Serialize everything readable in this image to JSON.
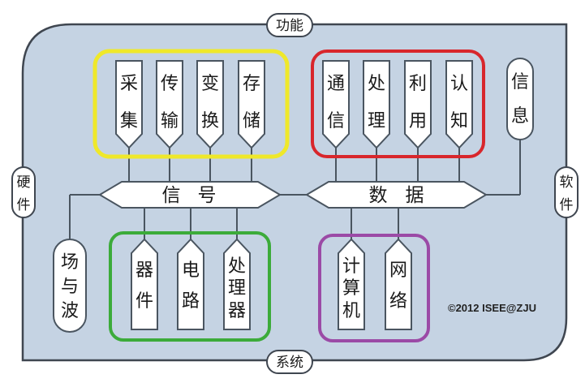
{
  "colors": {
    "background": "#ffffff",
    "panel_fill": "#c5d3e3",
    "panel_stroke": "#3f4650",
    "node_fill": "#ffffff",
    "node_stroke": "#4a5560",
    "group_signal_stroke": "#efe82a",
    "group_data_stroke": "#d8262c",
    "group_circuit_stroke": "#3cab3a",
    "group_network_stroke": "#9b4aa6",
    "line": "#4a5560"
  },
  "edges": {
    "top": "功能",
    "bottom": "系统",
    "left": "硬件",
    "right": "软件"
  },
  "signal_group": [
    "采集",
    "传输",
    "变换",
    "存储"
  ],
  "data_group": [
    "通信",
    "处理",
    "利用",
    "认知"
  ],
  "info_node": "信息",
  "buses": {
    "signal": "信号",
    "data": "数据"
  },
  "field_node": "场与波",
  "circuit_group": [
    "器件",
    "电路",
    "处理器"
  ],
  "network_group": [
    "计算机",
    "网络"
  ],
  "copyright": "©2012 ISEE@ZJU"
}
